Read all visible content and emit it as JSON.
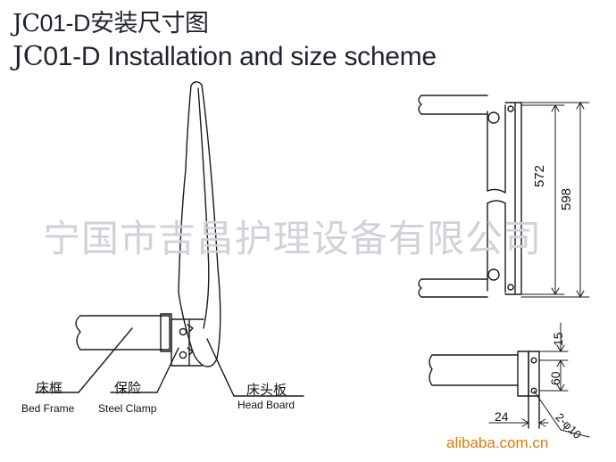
{
  "title": {
    "line1_prefix": "JC",
    "line1_rest": "01-D安装尺寸图",
    "line2_prefix": "JC",
    "line2_rest": "01-D Installation and size scheme"
  },
  "watermark": "宁国市吉昌护理设备有限公司",
  "labels": {
    "bed_frame_cn": "床框",
    "bed_frame_en": "Bed Frame",
    "steel_clamp_cn": "保险",
    "steel_clamp_en": "Steel Clamp",
    "head_board_cn": "床头板",
    "head_board_en": "Head Board"
  },
  "dimensions": {
    "inner_height": "572",
    "outer_height": "598",
    "top_offset": "15",
    "hole_spacing": "60",
    "clamp_width": "24",
    "holes": "2-φ10"
  },
  "source": "alibaba.com.cn",
  "colors": {
    "line": "#1a1a1a",
    "watermark": "#cfd3d8",
    "source": "#e07b00"
  }
}
